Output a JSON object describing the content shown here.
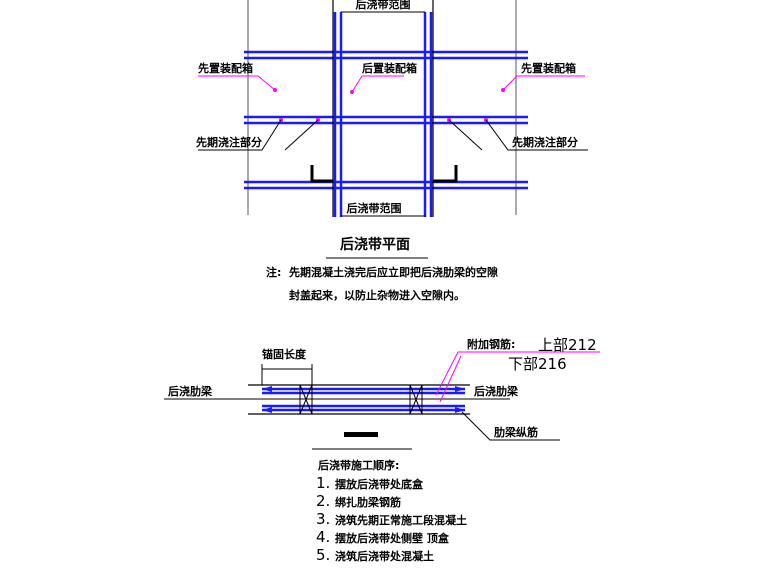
{
  "plan": {
    "band_label_top": "后浇带范围",
    "band_label_bottom": "后浇带范围",
    "box_label_left": "先置装配箱",
    "box_label_center": "后置装配箱",
    "box_label_right": "先置装配箱",
    "pour_label_left": "先期浇注部分",
    "pour_label_right": "先期浇注部分",
    "title": "后浇带平面",
    "note_prefix": "注:",
    "note_line1": "先期混凝土浇完后应立即把后浇肋梁的空隙",
    "note_line2": "封盖起来，以防止杂物进入空隙内。"
  },
  "section": {
    "anchor_label": "锚固长度",
    "rebar_label": "附加钢筋:",
    "upper_label": "上部212",
    "lower_label": "下部216",
    "rib_left": "后浇肋梁",
    "rib_right": "后浇肋梁",
    "rib_rebar": "肋梁纵筋"
  },
  "sequence": {
    "title": "后浇带施工顺序:",
    "steps": [
      {
        "num": "1.",
        "text": "摆放后浇带处底盒"
      },
      {
        "num": "2.",
        "text": "绑扎肋梁钢筋"
      },
      {
        "num": "3.",
        "text": "浇筑先期正常施工段混凝土"
      },
      {
        "num": "4.",
        "text": "摆放后浇带处侧壁    顶盒"
      },
      {
        "num": "5.",
        "text": "浇筑后浇带处混凝土"
      }
    ]
  },
  "colors": {
    "beam": "#1a1aff",
    "leader": "#ff00ff",
    "ink": "#000000",
    "band": "#0000cc"
  }
}
